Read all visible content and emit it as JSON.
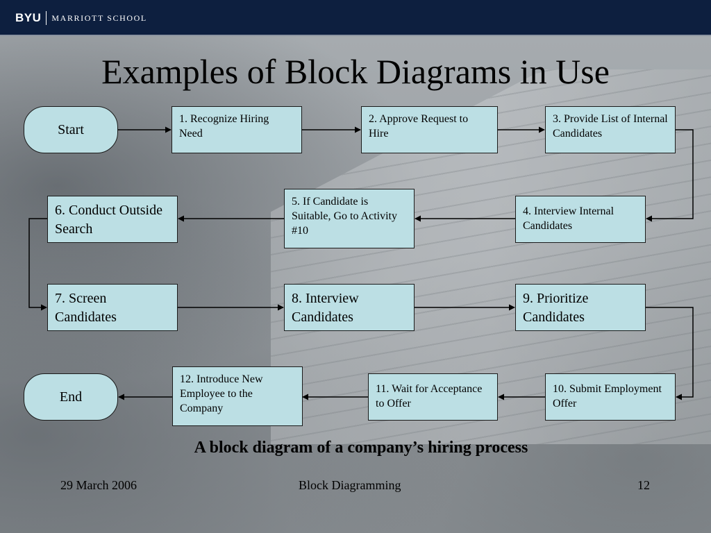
{
  "header": {
    "brand_primary": "BYU",
    "brand_secondary": "MARRIOTT SCHOOL"
  },
  "slide": {
    "title": "Examples of Block Diagrams in Use",
    "caption": "A block diagram of a company’s hiring process"
  },
  "diagram": {
    "start": "Start",
    "end": "End",
    "steps": [
      "1. Recognize Hiring Need",
      "2. Approve Request to Hire",
      "3. Provide List of Internal Candidates",
      "4. Interview Internal Candidates",
      "5. If Candidate is Suitable, Go to Activity #10",
      "6. Conduct Outside Search",
      "7. Screen Candidates",
      "8. Interview Candidates",
      "9. Prioritize Candidates",
      "10. Submit Employment Offer",
      "11. Wait for Acceptance to Offer",
      "12. Introduce New Employee to the Company"
    ]
  },
  "footer": {
    "date": "29 March 2006",
    "topic": "Block Diagramming",
    "page_number": "12"
  },
  "colors": {
    "block_fill": "#bcdfe4",
    "header_bar": "#0d1f3f",
    "arrow": "#000000"
  }
}
